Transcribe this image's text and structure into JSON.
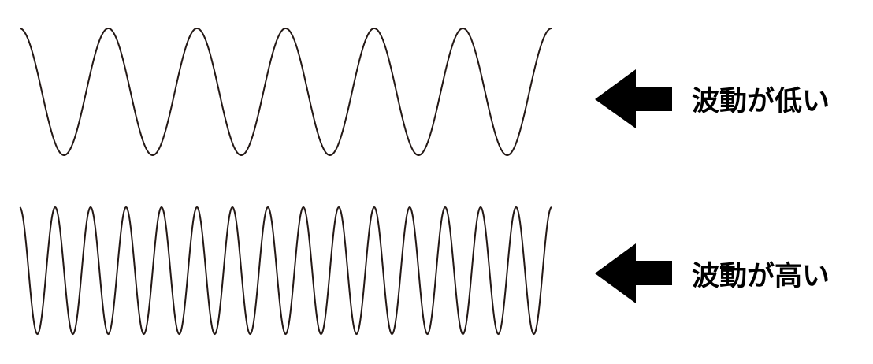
{
  "rows": [
    {
      "label": "波動が低い",
      "cycles": 6,
      "wave_color": "#231815"
    },
    {
      "label": "波動が高い",
      "cycles": 15,
      "wave_color": "#231815"
    }
  ],
  "arrow_icon": "left-arrow-icon",
  "arrow_color": "#000000"
}
